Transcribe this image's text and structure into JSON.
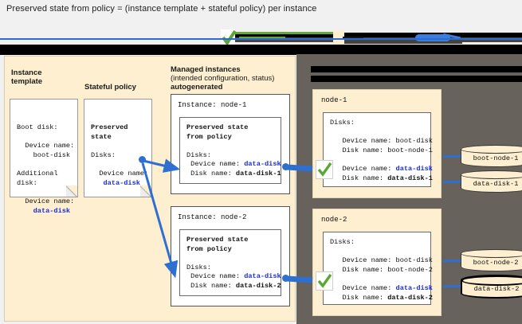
{
  "title": "Preserved state from policy = (instance template + stateful policy) per instance",
  "colors": {
    "panel_beige": "#fdefcf",
    "panel_gray": "#67625b",
    "accent_blue": "#2f6fd0",
    "link_blue": "#1a2dd6",
    "check_green": "#5aa832",
    "redaction": "#000000"
  },
  "columns": {
    "instance_template": {
      "heading_line1": "Instance",
      "heading_line2": "template"
    },
    "stateful_policy": {
      "heading_line1": "Stateful policy",
      "heading_line2": ""
    },
    "managed_instances": {
      "heading_line1": "Managed instances",
      "heading_line2": "(intended configuration, status)",
      "heading_line3": "autogenerated"
    }
  },
  "instance_template_card": {
    "lines": [
      "Boot disk:",
      "",
      "  Device name:",
      "    boot-disk",
      "",
      "Additional",
      "disk:",
      "",
      "  Device name:",
      "    data-disk"
    ],
    "boot_label": "Boot disk:",
    "boot_device_label": "Device name:",
    "boot_device_value": "boot-disk",
    "additional_label_1": "Additional",
    "additional_label_2": "disk:",
    "additional_device_label": "Device name:",
    "additional_device_value": "data-disk"
  },
  "stateful_policy_card": {
    "title_line1": "Preserved",
    "title_line2": "state",
    "disks_label": "Disks:",
    "device_label": "Device name:",
    "device_value": "data-disk"
  },
  "instances": [
    {
      "name": "instance-node-1",
      "header": "Instance: node-1",
      "inner_title_line1": "Preserved state",
      "inner_title_line2": "from policy",
      "disks_label": "Disks:",
      "device_label": "Device name: ",
      "device_value": "data-disk",
      "disk_label": "Disk name: ",
      "disk_value": "data-disk-1"
    },
    {
      "name": "instance-node-2",
      "header": "Instance: node-2",
      "inner_title_line1": "Preserved state",
      "inner_title_line2": "from policy",
      "disks_label": "Disks:",
      "device_label": "Device name: ",
      "device_value": "data-disk",
      "disk_label": "Disk name: ",
      "disk_value": "data-disk-2"
    }
  ],
  "nodes": [
    {
      "name": "node-1",
      "title": "node-1",
      "disks_label": "Disks:",
      "boot_device_label": "Device name: ",
      "boot_device_value": "boot-disk",
      "boot_disk_label": "Disk name: ",
      "boot_disk_value": "boot-node-1",
      "data_device_label": "Device name: ",
      "data_device_value": "data-disk",
      "data_disk_label": "Disk name: ",
      "data_disk_value": "data-disk-1"
    },
    {
      "name": "node-2",
      "title": "node-2",
      "disks_label": "Disks:",
      "boot_device_label": "Device name: ",
      "boot_device_value": "boot-disk",
      "boot_disk_label": "Disk name: ",
      "boot_disk_value": "boot-node-2",
      "data_device_label": "Device name: ",
      "data_device_value": "data-disk",
      "data_disk_label": "Disk name: ",
      "data_disk_value": "data-disk-2"
    }
  ],
  "disk_cylinders": [
    {
      "label": "boot-node-1",
      "highlighted": false
    },
    {
      "label": "data-disk-1",
      "highlighted": false
    },
    {
      "label": "boot-node-2",
      "highlighted": false
    },
    {
      "label": "data-disk-2",
      "highlighted": true
    }
  ],
  "redactions": {
    "top_strip": "",
    "right_panel_bar_1": "",
    "right_panel_bar_2": ""
  },
  "icons": {
    "check": "check-icon",
    "cylinder": "disk-cylinder-icon",
    "arrow": "arrow-icon"
  }
}
